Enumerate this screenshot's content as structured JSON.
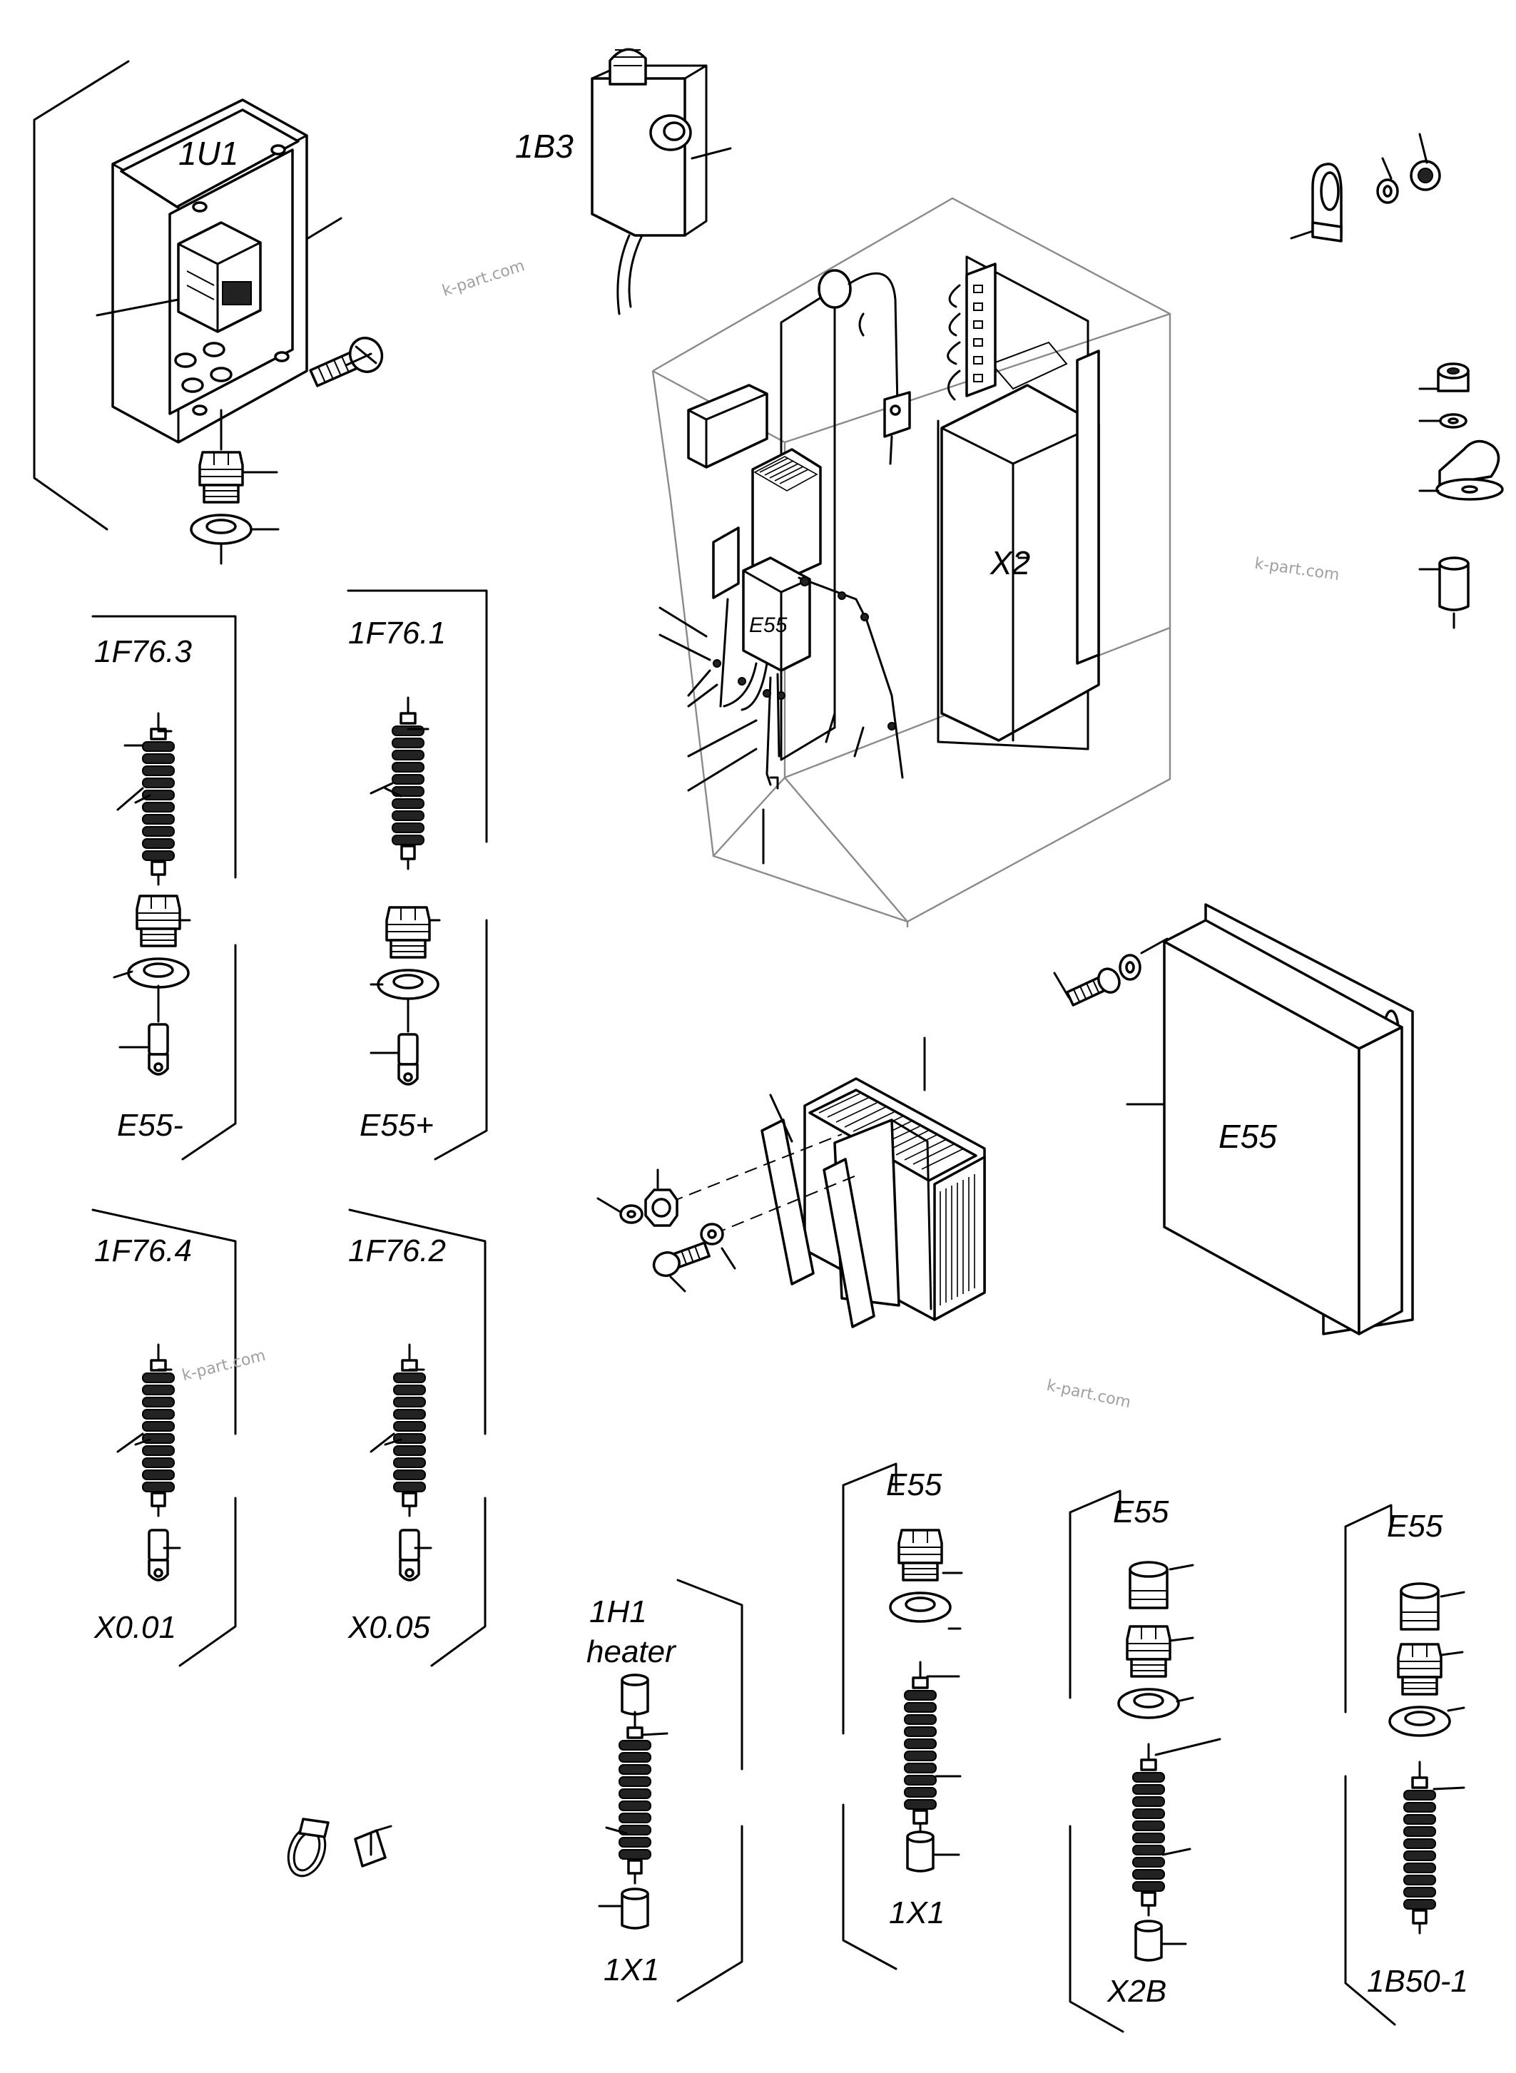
{
  "labels": {
    "l_1u1": "1U1",
    "l_1b3": "1B3",
    "l_x2": "X2",
    "l_e55_cab": "E55",
    "l_1f76_3": "1F76.3",
    "l_1f76_1": "1F76.1",
    "l_e55_minus": "E55-",
    "l_e55_plus": "E55+",
    "l_1f76_4": "1F76.4",
    "l_1f76_2": "1F76.2",
    "l_x0_01": "X0.01",
    "l_x0_05": "X0.05",
    "l_e55_box": "E55",
    "l_1h1": "1H1",
    "l_heater": "heater",
    "l_1x1_a": "1X1",
    "l_e55_g1": "E55",
    "l_1x1_b": "1X1",
    "l_e55_g2": "E55",
    "l_x2b": "X2B",
    "l_e55_g3": "E55",
    "l_1b50": "1B50-1"
  },
  "watermarks": {
    "wm1": "k-part.com",
    "wm2": "k-part.com",
    "wm3": "k-part.com",
    "wm4": "k-part.com"
  }
}
